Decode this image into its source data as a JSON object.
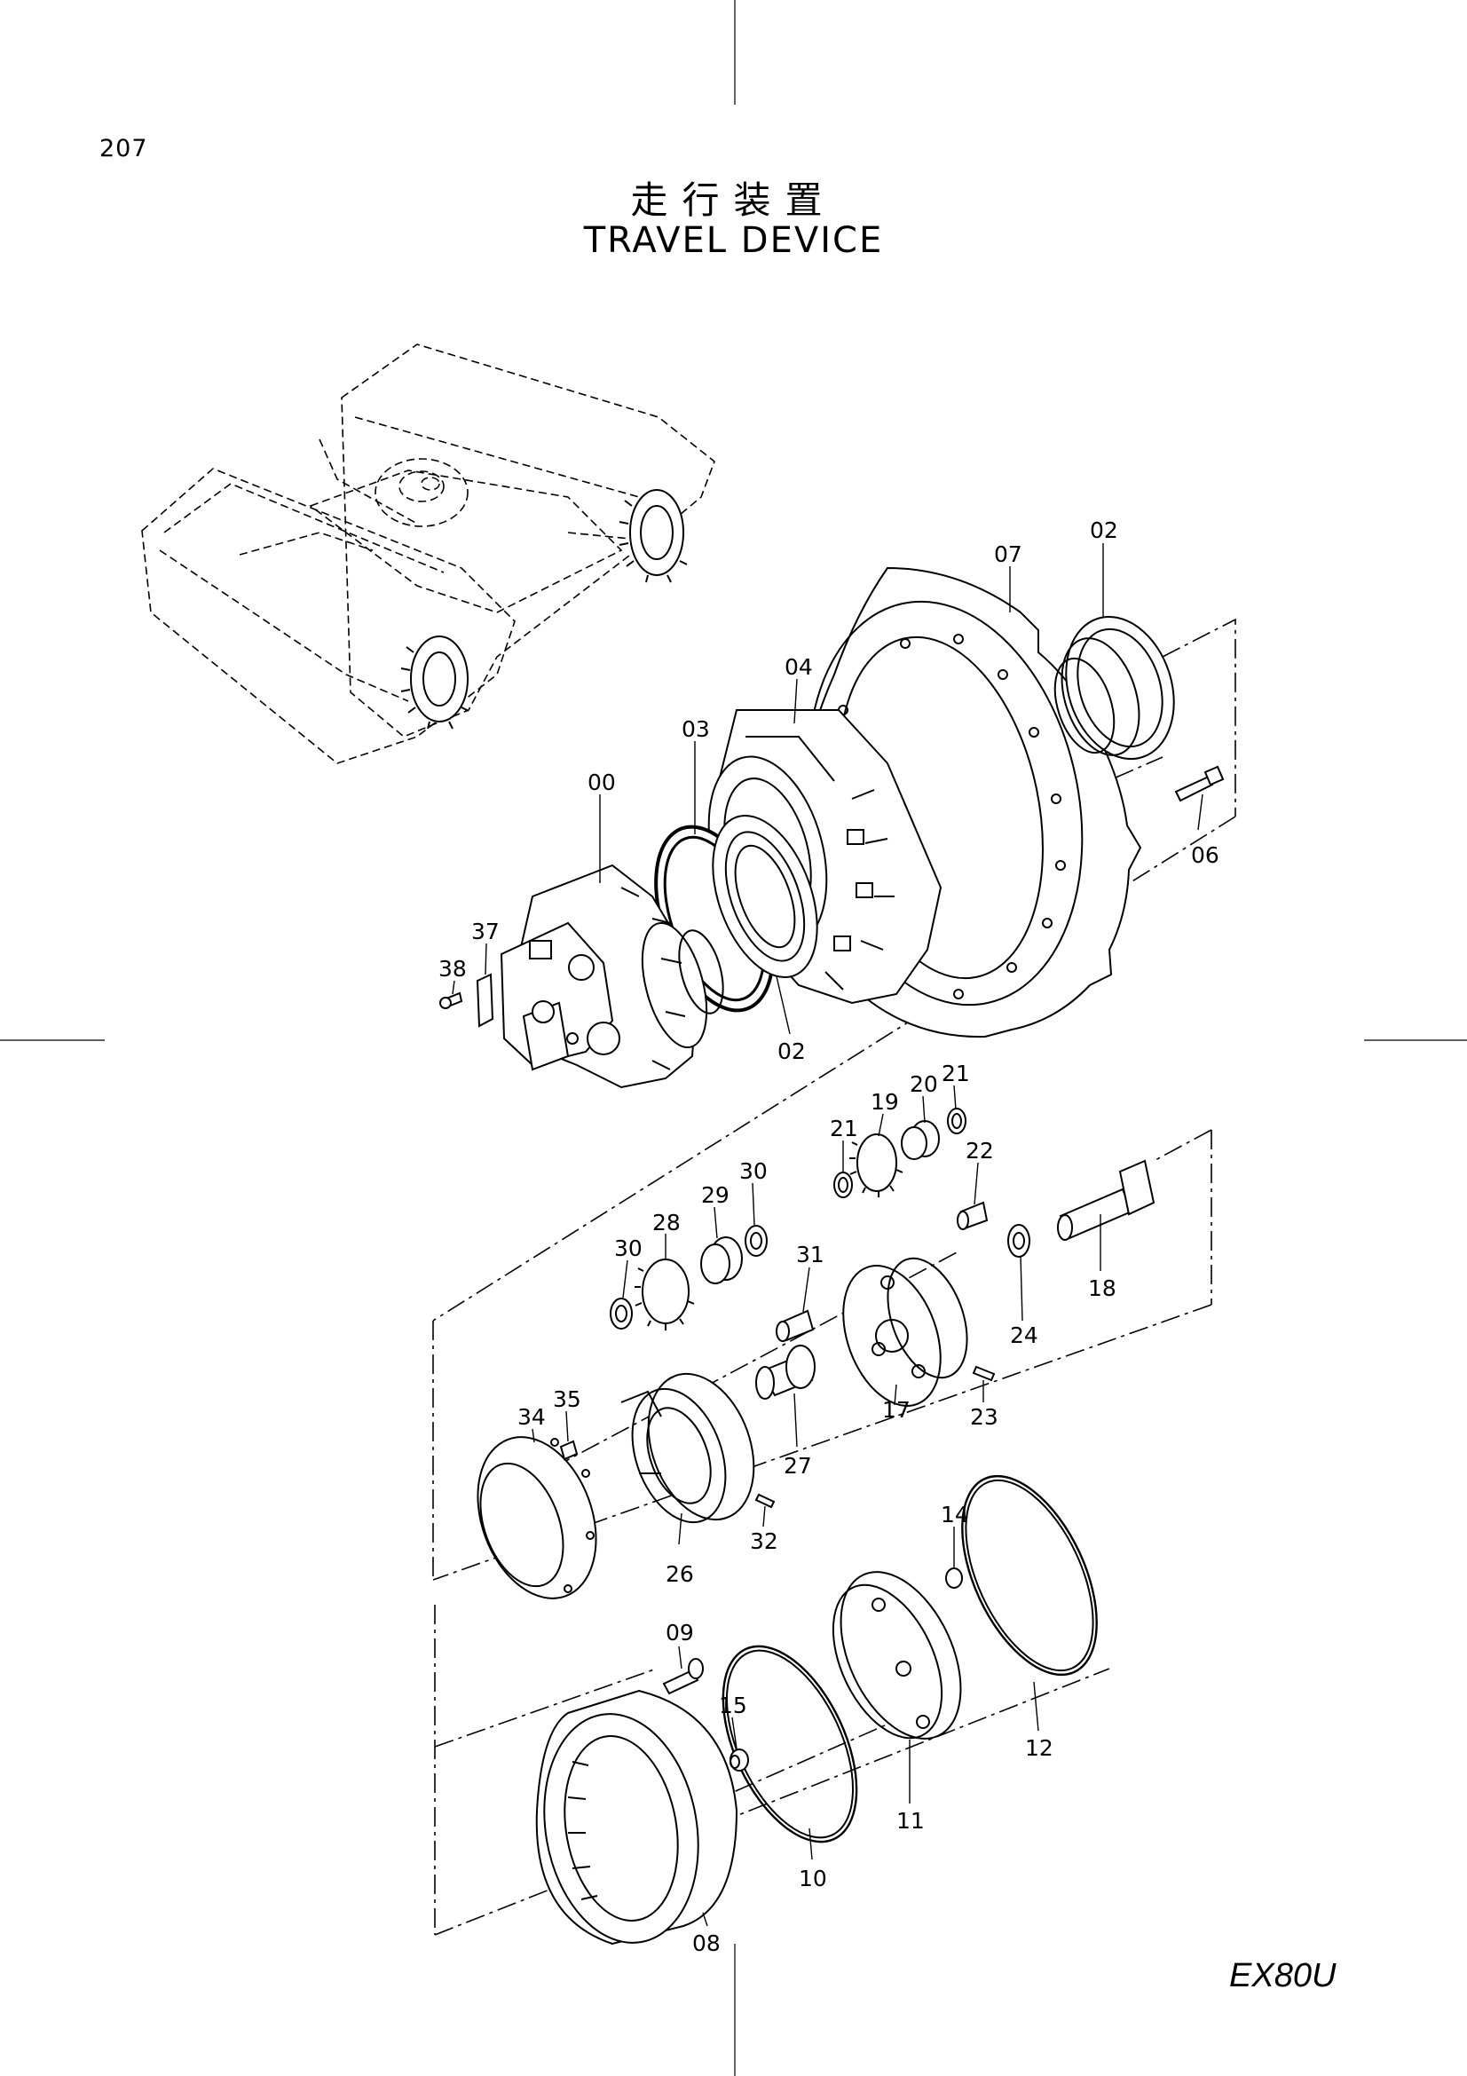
{
  "page_number": "207",
  "title_jp": "走行装置",
  "title_en": "TRAVEL DEVICE",
  "model": "EX80U",
  "callouts": [
    "00",
    "02",
    "02",
    "03",
    "04",
    "06",
    "07",
    "08",
    "09",
    "10",
    "11",
    "12",
    "14",
    "15",
    "17",
    "18",
    "19",
    "20",
    "21",
    "21",
    "22",
    "23",
    "24",
    "26",
    "27",
    "28",
    "29",
    "30",
    "30",
    "31",
    "32",
    "34",
    "35",
    "37",
    "38"
  ]
}
